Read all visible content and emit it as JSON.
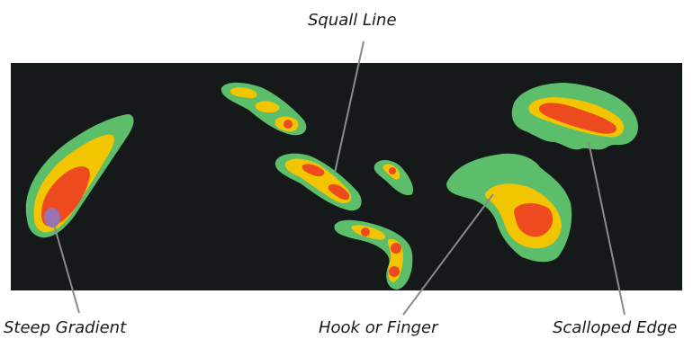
{
  "callouts": {
    "squall_line": "Squall Line",
    "steep_gradient": "Steep Gradient",
    "hook_or_finger": "Hook or Finger",
    "scalloped_edge": "Scalloped Edge"
  },
  "colors": {
    "background": "#15191a",
    "level_green": "#5cbd6a",
    "level_yellow": "#f3c400",
    "level_red": "#ee4a1f",
    "level_magenta": "#9a72b0",
    "leader_line": "#8a8a8a"
  }
}
